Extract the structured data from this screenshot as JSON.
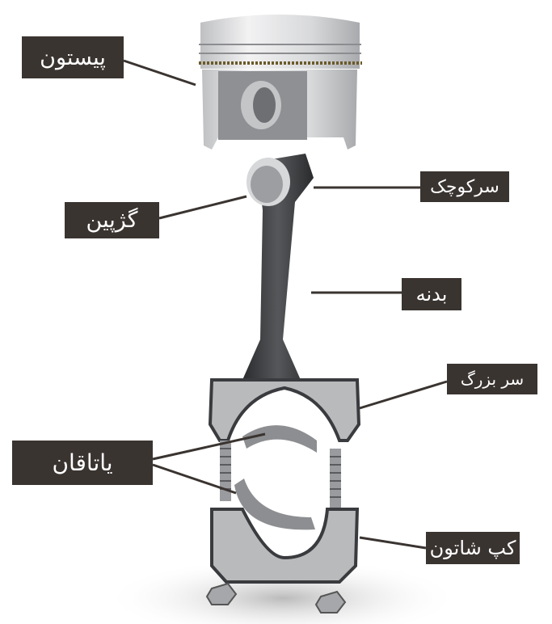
{
  "title": "Piston and connecting rod parts",
  "labels": {
    "piston": "پیستون",
    "gudgeon_pin": "گژپین",
    "small_end": "سرکوچک",
    "body": "بدنه",
    "big_end": "سر بزرگ",
    "bearing": "یاتاقان",
    "rod_cap": "کپ شاتون"
  },
  "colors": {
    "label_bg": "#3a3431",
    "label_text": "#ffffff",
    "rod": "#3c3d40",
    "metal": "#c9cacc"
  }
}
